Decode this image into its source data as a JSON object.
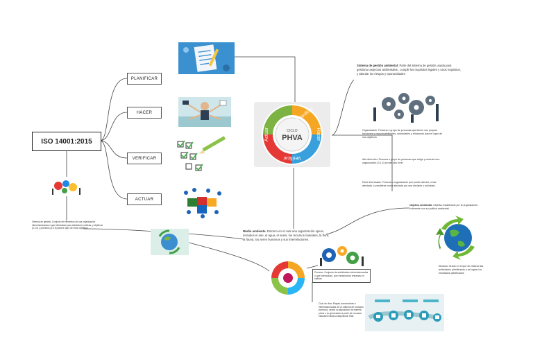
{
  "main": {
    "title": "ISO 14001:2015"
  },
  "branches": [
    {
      "label": "PLANIFICAR"
    },
    {
      "label": "HACER"
    },
    {
      "label": "VERIFICAR"
    },
    {
      "label": "ACTUAR"
    }
  ],
  "phva": {
    "ciclo": "CICLO",
    "phva": "PHVA",
    "planificar": "Planificar",
    "hacer": "Hacer",
    "verificar": "Verificar",
    "actuar": "Actuar"
  },
  "notes": {
    "sga_title": "Sistema de gestión ambiental:",
    "sga_text": "Parte del sistema de gestión usada para gestionar aspectos ambientales , cumplir los requisitos legales y otros requisitos, y abordar los riesgos y oportunidades",
    "organizacion": "Organización. Persona o grupo de personas que tienen sus propias funciones y responsabilidades, autoridades y relaciones para el logro de sus objetivos",
    "alta_direccion": "Alta dirección: Persona o grupo de personas que dirige y controla una organización (3.1.4) al más alto nivel",
    "parte_interesada": "Parte interesada: Persona u organización que puede afectar, verse afectada, o percibirse como afectada por una decisión o actividad.",
    "sistema_gestion": "Sistema de gestión: Conjunto de elementos de una organización interrelacionados o que interactúan para establecer políticas, y objetivos (3.2.5) y procesos (3.3.5) para el logro de estos objetivos",
    "medio_title": "Medio ambiente.",
    "medio_text": "Entorno en el cual una organización opera, incluidos el aire, el agua, el suelo, los recursos naturales, la flora, la fauna, los seres humanos y sus interrelaciones.",
    "objetivo_title": "Objetivo ambiental.",
    "objetivo_text": "Objetivo establecido por la organización, coherente con su política ambiental",
    "proceso": "Proceso: Conjunto de actividades interrelacionadas o que interactúan, que transforman entradas en salidas.",
    "eficacia": "Eficacia: Grado en el que se realizan las actividades planificadas y se logran los resultados planificados",
    "ciclo_vida": "Ciclo de vida: Etapas consecutivas e interrelacionadas de un sistema de producto (servicio), desde la adquisición de materia prima o su generación a partir de recursos naturales hasta la disposición final."
  }
}
